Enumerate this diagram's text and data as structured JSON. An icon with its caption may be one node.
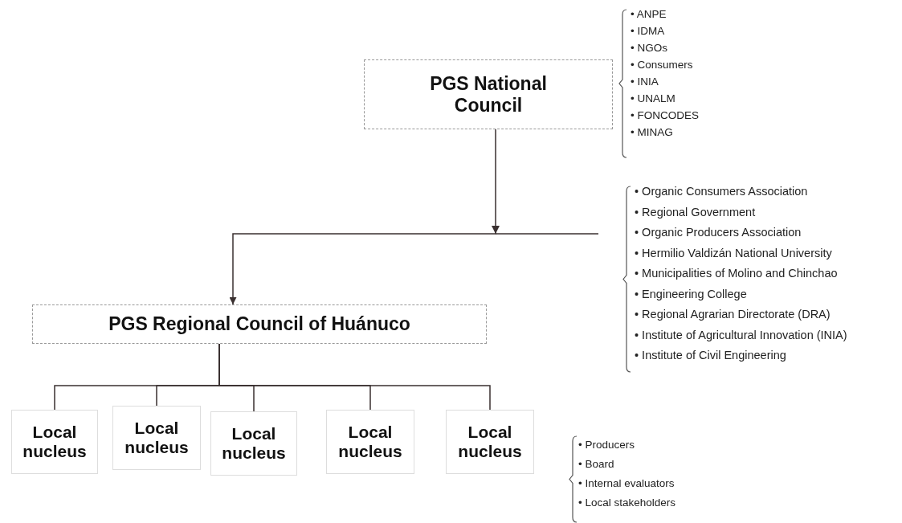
{
  "diagram": {
    "nodes": [
      {
        "text": [
          "PGS National Council"
        ]
      },
      {
        "text": [
          "PGS Regional Council of Huánuco"
        ]
      },
      {
        "text": [
          "Local nucleus"
        ]
      },
      {
        "text": [
          "Local nucleus"
        ]
      },
      {
        "text": [
          "Local nucleus"
        ]
      },
      {
        "text": [
          "Local nucleus"
        ]
      },
      {
        "text": [
          "Local nucleus"
        ]
      }
    ],
    "edges": [
      {
        "from": 0,
        "to": 1,
        "arrow": "to"
      },
      {
        "from": 1,
        "to": 2,
        "arrow": "none"
      },
      {
        "from": 1,
        "to": 3,
        "arrow": "none"
      },
      {
        "from": 1,
        "to": 4,
        "arrow": "none"
      },
      {
        "from": 1,
        "to": 5,
        "arrow": "none"
      },
      {
        "from": 1,
        "to": 6,
        "arrow": "none"
      }
    ],
    "labels": [
      "• ANPE",
      "• IDMA",
      "• NGOs",
      "• Consumers",
      "• INIA",
      "• UNALM",
      "• FONCODES",
      "• MINAG",
      "• Organic Consumers Association",
      "• Regional Government",
      "• Organic Producers Association",
      "• Hermilio Valdizán National University",
      "• Municipalities of Molino and Chinchao",
      "• Engineering College",
      "• Regional Agrarian Directorate (DRA)",
      "• Institute of Agricultural Innovation (INIA)",
      "• Institute of Civil Engineering",
      "• Producers",
      "• Board",
      "• Internal evaluators",
      "• Local stakeholders"
    ]
  }
}
